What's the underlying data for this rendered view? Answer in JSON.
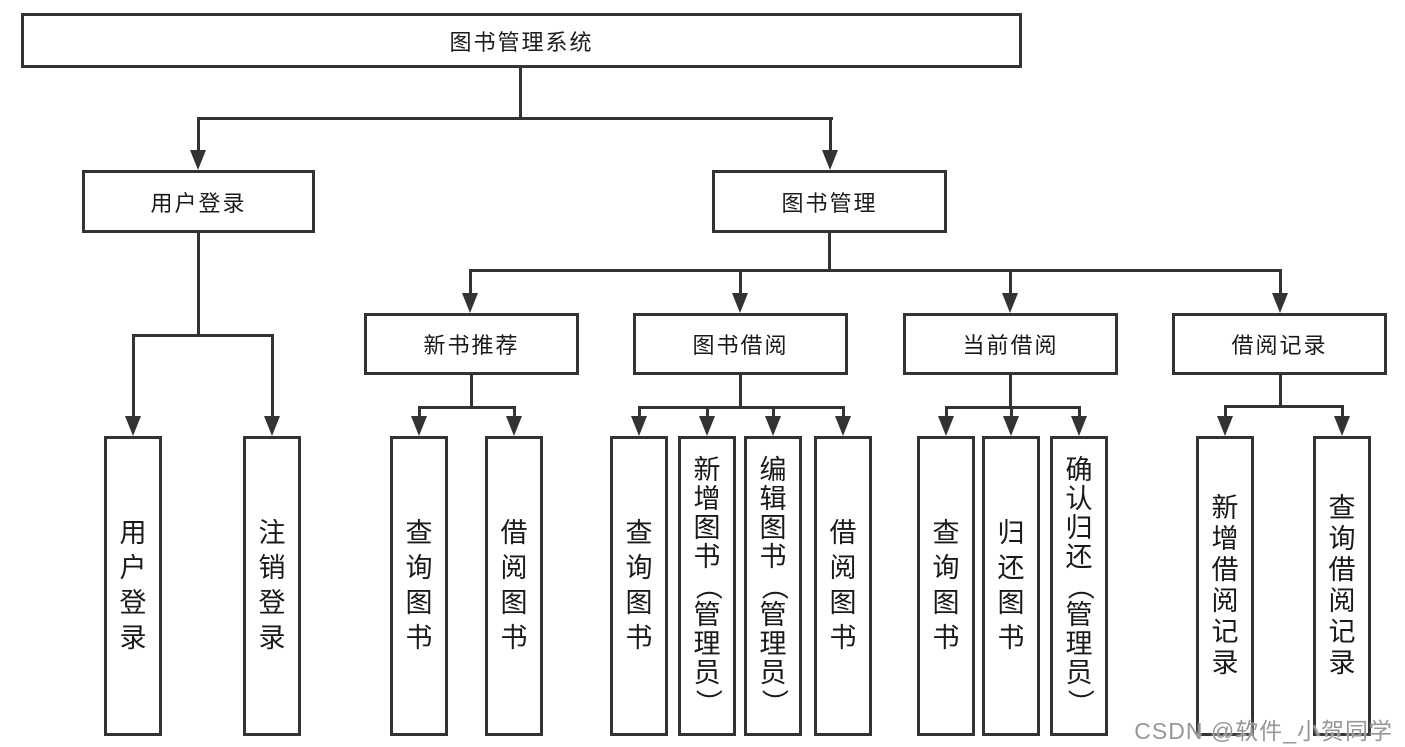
{
  "diagram": {
    "root": {
      "label": "图书管理系统"
    },
    "level2": [
      {
        "id": "user-login",
        "label": "用户登录"
      },
      {
        "id": "book-management",
        "label": "图书管理"
      }
    ],
    "level3": [
      {
        "id": "new-book-recommend",
        "label": "新书推荐"
      },
      {
        "id": "book-borrow",
        "label": "图书借阅"
      },
      {
        "id": "current-borrow",
        "label": "当前借阅"
      },
      {
        "id": "borrow-records",
        "label": "借阅记录"
      }
    ],
    "leaves": [
      {
        "parent": "user-login",
        "label": "用户登录"
      },
      {
        "parent": "user-login",
        "label": "注销登录"
      },
      {
        "parent": "new-book-recommend",
        "label": "查询图书"
      },
      {
        "parent": "new-book-recommend",
        "label": "借阅图书"
      },
      {
        "parent": "book-borrow",
        "label": "查询图书"
      },
      {
        "parent": "book-borrow",
        "label": "新增图书（管理员）"
      },
      {
        "parent": "book-borrow",
        "label": "编辑图书（管理员）"
      },
      {
        "parent": "book-borrow",
        "label": "借阅图书"
      },
      {
        "parent": "current-borrow",
        "label": "查询图书"
      },
      {
        "parent": "current-borrow",
        "label": "归还图书"
      },
      {
        "parent": "current-borrow",
        "label": "确认归还（管理员）"
      },
      {
        "parent": "borrow-records",
        "label": "新增借阅记录"
      },
      {
        "parent": "borrow-records",
        "label": "查询借阅记录"
      }
    ],
    "watermark": "CSDN @软件_小贺同学"
  },
  "colors": {
    "line": "#333333",
    "text": "#1a1a1a",
    "watermark": "#979797",
    "background": "#ffffff"
  }
}
